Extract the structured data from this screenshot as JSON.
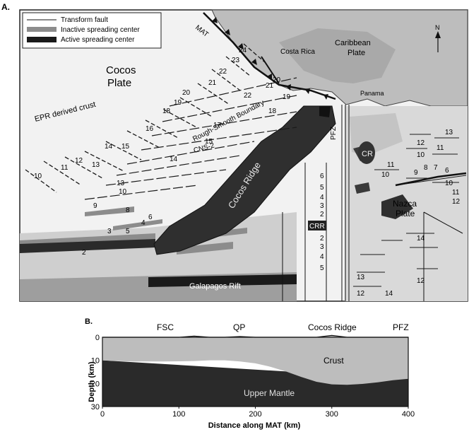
{
  "panel_a": {
    "label": "A.",
    "legend": {
      "items": [
        {
          "label": "Transform fault",
          "style": "thin-line"
        },
        {
          "label": "Inactive spreading center",
          "style": "gray-band"
        },
        {
          "label": "Active spreading center",
          "style": "black-band"
        }
      ]
    },
    "north_arrow": "N",
    "text": {
      "mat": "MAT",
      "cocos_plate_1": "Cocos",
      "cocos_plate_2": "Plate",
      "epr": "EPR derived crust",
      "costa_rica": "Costa Rica",
      "caribbean_1": "Caribbean",
      "caribbean_2": "Plate",
      "panama": "Panama",
      "rough_smooth": "Rough-Smooth Boundary",
      "cns2": "CNS-2",
      "cocos_ridge": "Cocos Ridge",
      "pfz": "PFZ",
      "cr": "CR",
      "crr": "CRR",
      "nazca_1": "Nazca",
      "nazca_2": "Plate",
      "galapagos": "Galapagos Rift"
    },
    "anomalies_west": [
      "24",
      "23",
      "22",
      "21",
      "20",
      "19",
      "18",
      "16",
      "15",
      "14",
      "13",
      "12",
      "11",
      "10"
    ],
    "anomalies_cns": [
      "22",
      "21",
      "20",
      "19",
      "18",
      "17",
      "15",
      "14",
      "13",
      "10",
      "9",
      "8",
      "6",
      "5",
      "4",
      "3",
      "2"
    ],
    "anomalies_crr": [
      "6",
      "5",
      "4",
      "3",
      "2",
      "2",
      "3",
      "4",
      "5"
    ],
    "anomalies_east": [
      "13",
      "12",
      "11",
      "10",
      "11",
      "10",
      "9",
      "8",
      "7",
      "6",
      "10",
      "11",
      "12",
      "14",
      "12",
      "14",
      "13",
      "12"
    ]
  },
  "panel_b": {
    "label": "B.",
    "top_labels": [
      "FSC",
      "QP",
      "Cocos Ridge",
      "PFZ"
    ],
    "layer_labels": {
      "crust": "Crust",
      "mantle": "Upper Mantle"
    },
    "colors": {
      "crust": "#bdbdbd",
      "mantle": "#2a2a2a"
    }
  },
  "chart_data": {
    "type": "area",
    "title": "",
    "xlabel": "Distance along MAT (km)",
    "ylabel": "Depth (km)",
    "xlim": [
      0,
      400
    ],
    "ylim": [
      30,
      0
    ],
    "x_ticks": [
      0,
      100,
      200,
      300,
      400
    ],
    "y_ticks": [
      0,
      10,
      20,
      30
    ],
    "series": [
      {
        "name": "Crust",
        "x": [
          0,
          20,
          40,
          60,
          80,
          100,
          120,
          140,
          160,
          180,
          200,
          220,
          240,
          260,
          280,
          300,
          320,
          340,
          360,
          380,
          400
        ],
        "top": [
          0,
          0,
          0,
          0,
          0,
          0,
          -0.5,
          0,
          0,
          -0.3,
          0,
          0,
          0,
          0,
          0,
          -0.8,
          0,
          0,
          0,
          0,
          0
        ],
        "base": [
          10,
          10.3,
          10.5,
          10.5,
          10.5,
          10.4,
          10.3,
          10.0,
          10.0,
          10.5,
          11.3,
          12.8,
          14.8,
          17.2,
          19.3,
          20.4,
          20.6,
          20.2,
          19.5,
          18.6,
          18.0
        ]
      },
      {
        "name": "Upper Mantle",
        "x": [
          0,
          400
        ],
        "top": [
          10,
          18
        ],
        "base": [
          30,
          30
        ]
      }
    ]
  }
}
